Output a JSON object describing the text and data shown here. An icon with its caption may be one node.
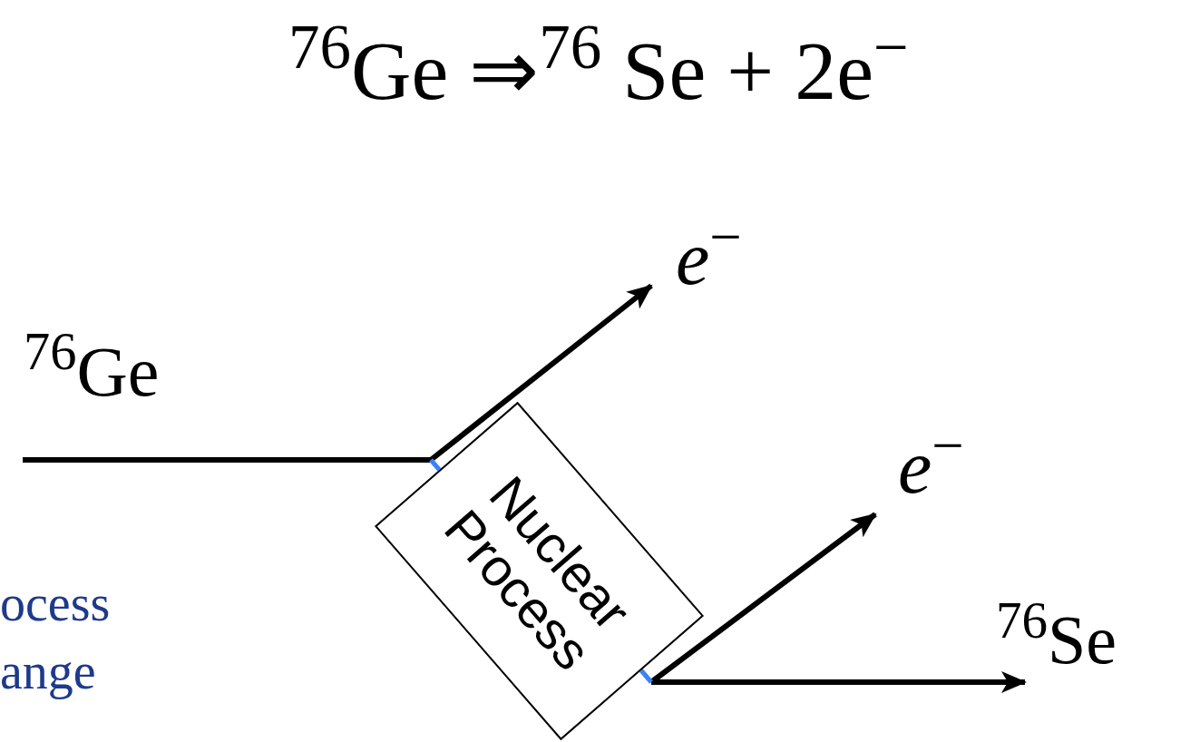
{
  "diagram": {
    "title": "$^{76}$Ge ⇒$^{76}$ Se + 2e$^{−}$",
    "nodes": [
      {
        "text": [
          "Nuclear Process"
        ]
      },
      {
        "text": [
          "*e*$^{−}$"
        ]
      },
      {
        "text": [
          "*e*$^{−}$"
        ]
      },
      {
        "text": [
          "$^{76}$Se"
        ]
      }
    ],
    "edges": [
      {
        "from": null,
        "to": 0,
        "arrow": "none",
        "label": "$^{76}$Ge"
      },
      {
        "from": 0,
        "to": 1,
        "arrow": "to"
      },
      {
        "from": 0,
        "to": 2,
        "arrow": "to"
      },
      {
        "from": 0,
        "to": 3,
        "arrow": "to"
      }
    ],
    "labels": [
      "ocess",
      "ange"
    ]
  }
}
